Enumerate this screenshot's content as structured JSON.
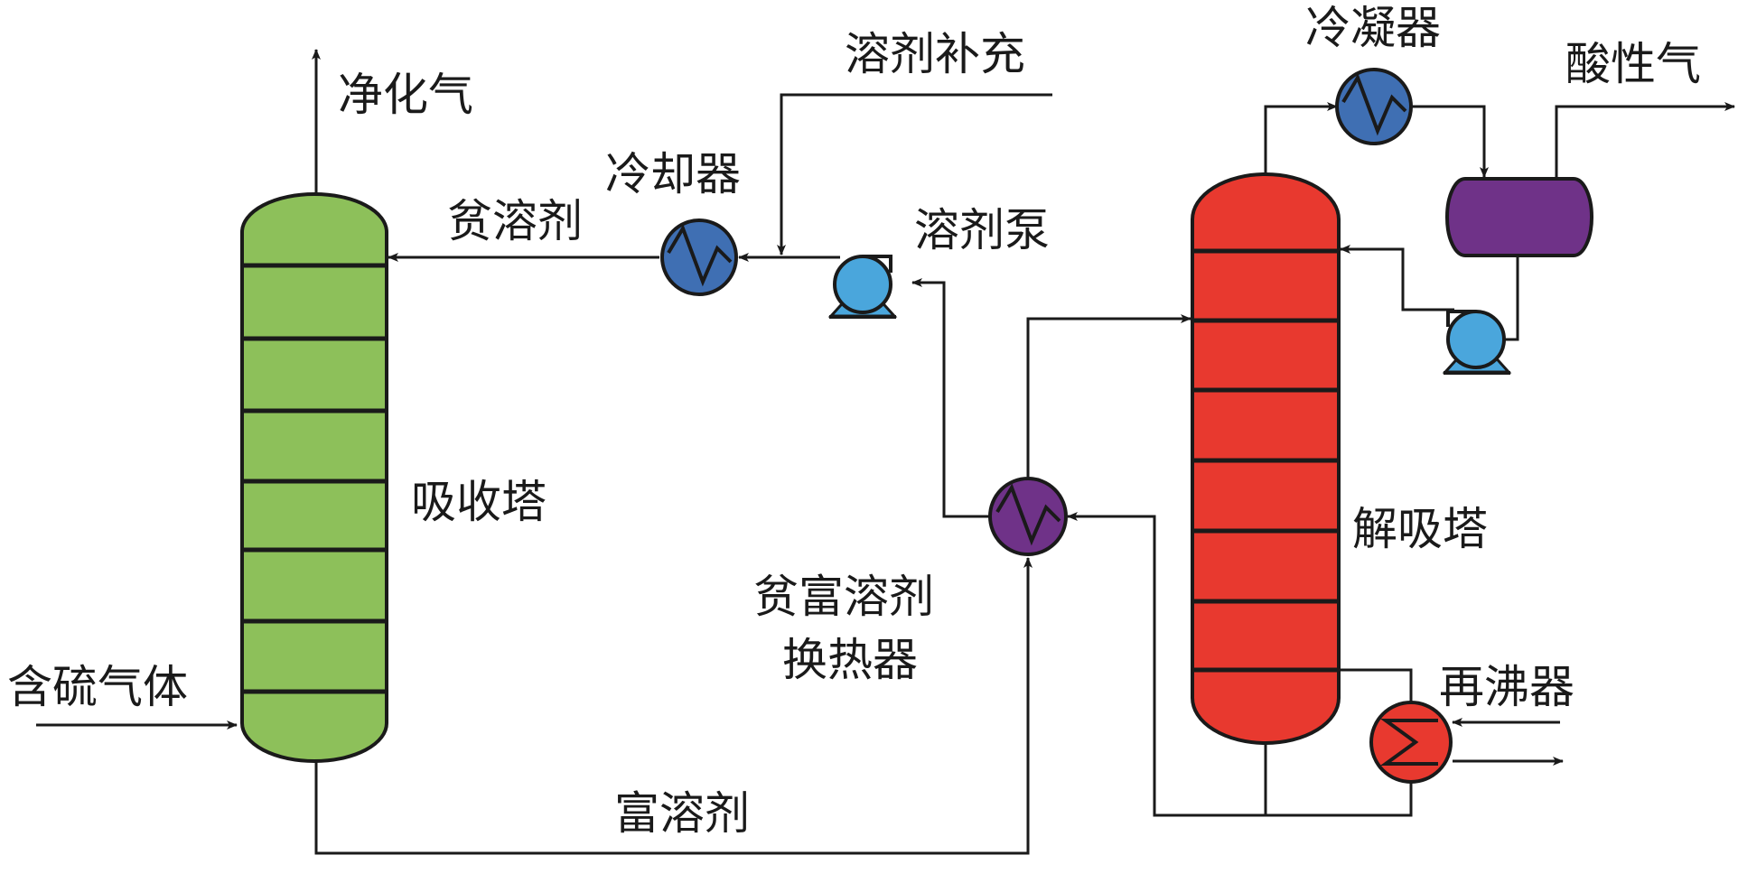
{
  "labels": {
    "purified_gas": "净化气",
    "solvent_makeup": "溶剂补充",
    "cooler": "冷却器",
    "lean_solvent": "贫溶剂",
    "solvent_pump": "溶剂泵",
    "condenser": "冷凝器",
    "acid_gas": "酸性气",
    "absorber": "吸收塔",
    "desorber": "解吸塔",
    "lean_rich_hx_line1": "贫富溶剂",
    "lean_rich_hx_line2": "换热器",
    "sour_gas": "含硫气体",
    "reboiler": "再沸器",
    "rich_solvent": "富溶剂"
  },
  "colors": {
    "absorber": "#8dc05a",
    "desorber": "#e8392f",
    "heat_exchanger_blue": "#3f6fb3",
    "pump": "#4aa6dc",
    "separator": "#6f3288",
    "lean_rich_hx": "#6f3288",
    "reboiler": "#e8392f"
  }
}
